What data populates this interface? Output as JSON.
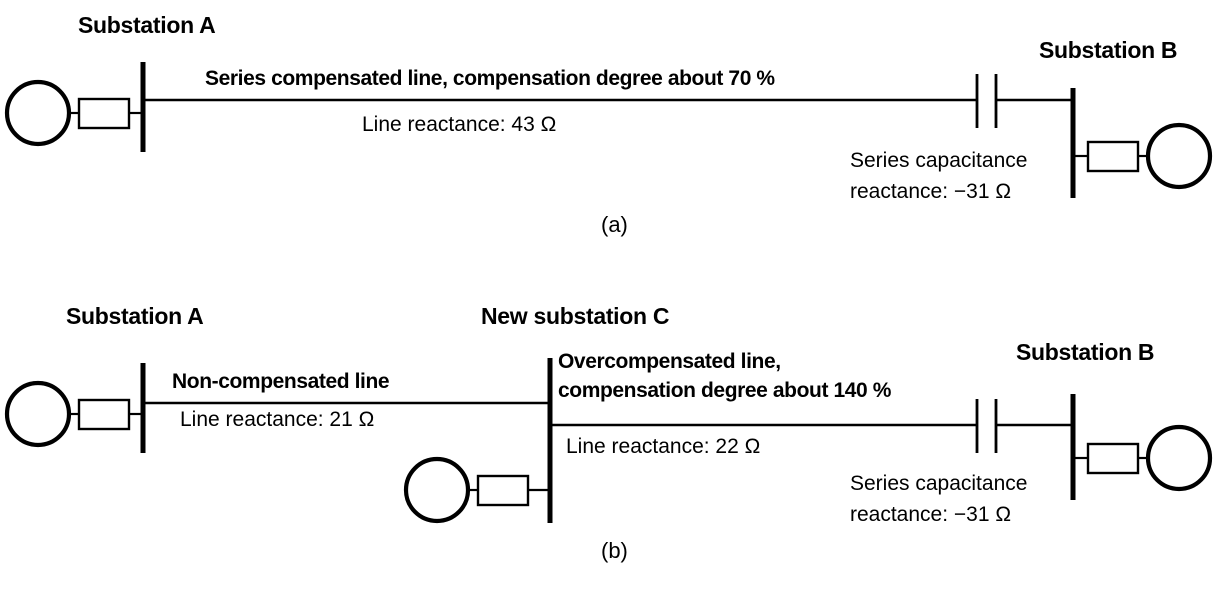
{
  "figure": {
    "type": "single-line power system diagram",
    "panels": [
      {
        "id": "a",
        "caption": "(a)",
        "labels": {
          "left_station": "Substation A",
          "right_station": "Substation B",
          "line_title": "Series compensated line, compensation degree about 70 %",
          "line_reactance": "Line reactance: 43 Ω",
          "capacitance_line1": "Series capacitance",
          "capacitance_line2": "reactance: −31 Ω"
        },
        "elements": {
          "generator_left": "generator-circle",
          "transformer_left": "transformer-box",
          "busbar_left": "busbar",
          "series_capacitor": "capacitor-symbol",
          "busbar_right": "busbar",
          "transformer_right": "transformer-box",
          "generator_right": "generator-circle"
        }
      },
      {
        "id": "b",
        "caption": "(b)",
        "labels": {
          "left_station": "Substation A",
          "mid_station": "New substation C",
          "right_station": "Substation B",
          "line1_title": "Non-compensated line",
          "line1_reactance": "Line reactance: 21 Ω",
          "line2_title_l1": "Overcompensated line,",
          "line2_title_l2": "compensation degree about 140 %",
          "line2_reactance": "Line reactance: 22 Ω",
          "capacitance_line1": "Series capacitance",
          "capacitance_line2": "reactance: −31 Ω"
        },
        "elements": {
          "generator_left": "generator-circle",
          "transformer_left": "transformer-box",
          "busbar_left": "busbar",
          "busbar_mid": "busbar",
          "generator_mid": "generator-circle",
          "transformer_mid": "transformer-box",
          "series_capacitor": "capacitor-symbol",
          "busbar_right": "busbar",
          "transformer_right": "transformer-box",
          "generator_right": "generator-circle"
        }
      }
    ],
    "colors": {
      "stroke": "#000000",
      "background": "#ffffff",
      "text": "#000000"
    }
  }
}
